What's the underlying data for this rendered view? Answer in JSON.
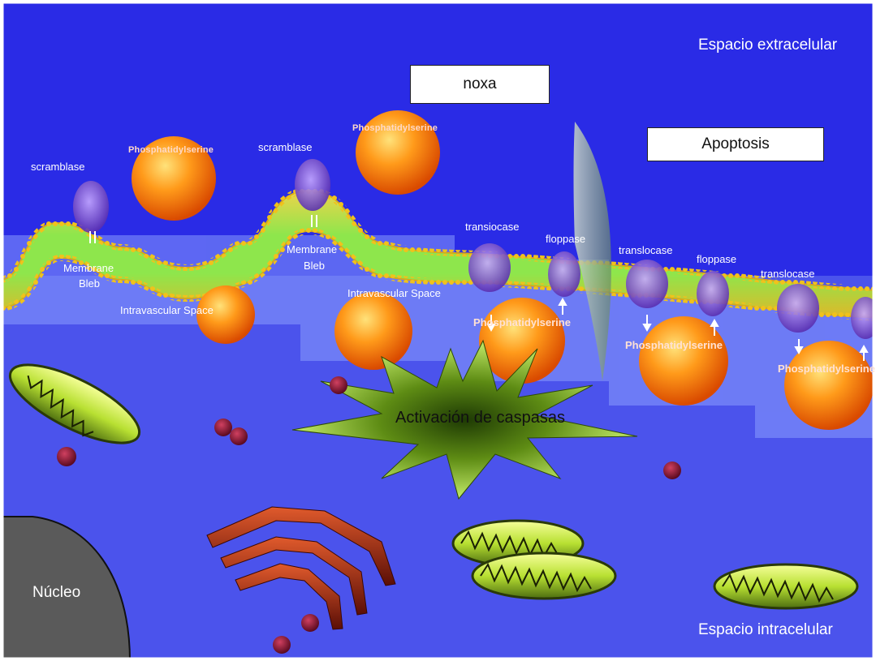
{
  "labels": {
    "extracellular": "Espacio extracelular",
    "intracellular": "Espacio intracelular",
    "nucleus": "Núcleo",
    "noxa": "noxa",
    "apoptosis": "Apoptosis",
    "caspase": "Activación de caspasas",
    "scramblase_1": "scramblase",
    "scramblase_2": "scramblase",
    "ps_1": "Phosphatidylserine",
    "ps_2": "Phosphatidylserine",
    "ps_3": "Phosphatidylserine",
    "ps_4": "Phosphatidylserine",
    "ps_5": "Phosphatidylserine",
    "bleb_1_line1": "Membrane",
    "bleb_1_line2": "Bleb",
    "bleb_2_line1": "Membrane",
    "bleb_2_line2": "Bleb",
    "intravascular_1": "Intravascular Space",
    "intravascular_2": "Intravascular Space",
    "transiocase": "transiocase",
    "floppase_1": "floppase",
    "translocase_1": "translocase",
    "floppase_2": "floppase",
    "translocase_2": "translocase"
  },
  "colors": {
    "extracellular": "#2d2ee6",
    "intracellular": "#4d55ee",
    "membrane_core": "#7be04a",
    "lipid_head": "#e8c21a",
    "ps_sphere": "#ff7a00",
    "protein": "#8a5bd6",
    "mitochondria": "#c8f03a",
    "er": "#b52a12",
    "nucleus": "#5a5a5a",
    "vesicle": "#8a1030",
    "caspase_star": "#6f9a18"
  }
}
